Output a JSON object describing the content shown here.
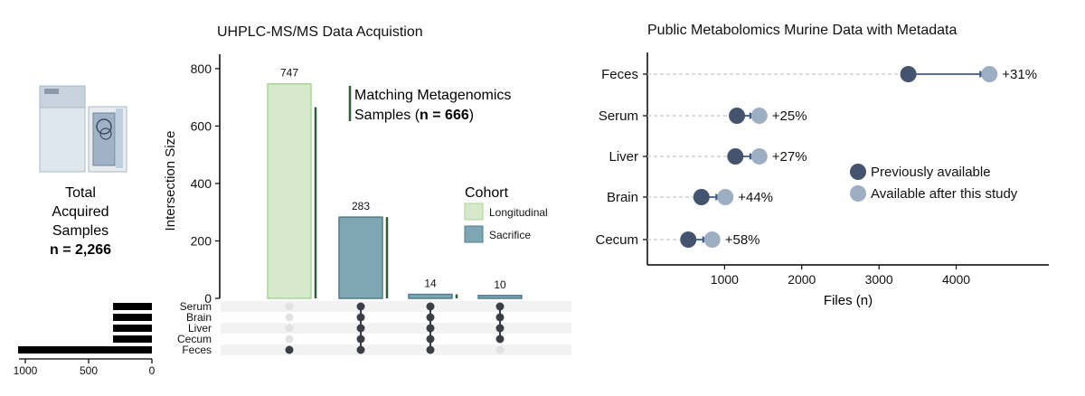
{
  "colors": {
    "longitudinal": "#d6eacb",
    "longitudinal_edge": "#a9d39a",
    "sacrifice": "#7fa6b3",
    "sacrifice_edge": "#4d7d8c",
    "matching_line": "#2f5e3b",
    "dot_dark": "#3b3f45",
    "dot_light": "#e2e2e2",
    "prev": "#44546e",
    "after": "#9daec2",
    "arrow": "#3b5a86",
    "stripe": "#f2f2f2"
  },
  "icons": {
    "instrument": "lc-ms-instrument-icon"
  },
  "left_panel": {
    "total_line1": "Total",
    "total_line2": "Acquired",
    "total_line3": "Samples",
    "total_value": "n = 2,266"
  },
  "matching": {
    "line1": "Matching Metagenomics",
    "line2_prefix": "Samples (",
    "line2_bold": "n = 666",
    "line2_suffix": ")"
  },
  "chart_data": [
    {
      "type": "bar",
      "title": "UHPLC-MS/MS Data Acquistion",
      "ylabel": "Intersection Size",
      "ylim": [
        0,
        850
      ],
      "yticks": [
        0,
        200,
        400,
        600,
        800
      ],
      "legend_title": "Cohort",
      "legend_position": "right",
      "series": [
        {
          "name": "Longitudinal"
        },
        {
          "name": "Sacrifice"
        }
      ],
      "bars": [
        {
          "value": 747,
          "label": "747",
          "cohort": "Longitudinal",
          "matching": 666,
          "sets": [
            "Feces"
          ]
        },
        {
          "value": 283,
          "label": "283",
          "cohort": "Sacrifice",
          "matching": 283,
          "sets": [
            "Serum",
            "Brain",
            "Liver",
            "Cecum",
            "Feces"
          ]
        },
        {
          "value": 14,
          "label": "14",
          "cohort": "Sacrifice",
          "matching": 14,
          "sets": [
            "Serum",
            "Brain",
            "Liver",
            "Cecum",
            "Feces"
          ]
        },
        {
          "value": 10,
          "label": "10",
          "cohort": "Sacrifice",
          "matching": 0,
          "sets": [
            "Serum",
            "Brain",
            "Liver",
            "Cecum"
          ]
        }
      ],
      "set_names": [
        "Serum",
        "Brain",
        "Liver",
        "Cecum",
        "Feces"
      ],
      "set_sizes": [
        307,
        307,
        307,
        307,
        1057
      ],
      "set_size_ticks": [
        1000,
        500,
        0
      ]
    },
    {
      "type": "scatter",
      "title": "Public Metabolomics Murine Data with Metadata",
      "xlabel": "Files (n)",
      "xlim": [
        0,
        5200
      ],
      "xticks": [
        1000,
        2000,
        3000,
        4000
      ],
      "categories": [
        "Feces",
        "Serum",
        "Liver",
        "Brain",
        "Cecum"
      ],
      "series": [
        {
          "name": "Previously available",
          "values": [
            3380,
            1160,
            1140,
            700,
            530
          ]
        },
        {
          "name": "Available after this study",
          "values": [
            4430,
            1450,
            1450,
            1010,
            840
          ]
        }
      ],
      "annotations": [
        "+31%",
        "+25%",
        "+27%",
        "+44%",
        "+58%"
      ],
      "legend_position": "right"
    }
  ]
}
